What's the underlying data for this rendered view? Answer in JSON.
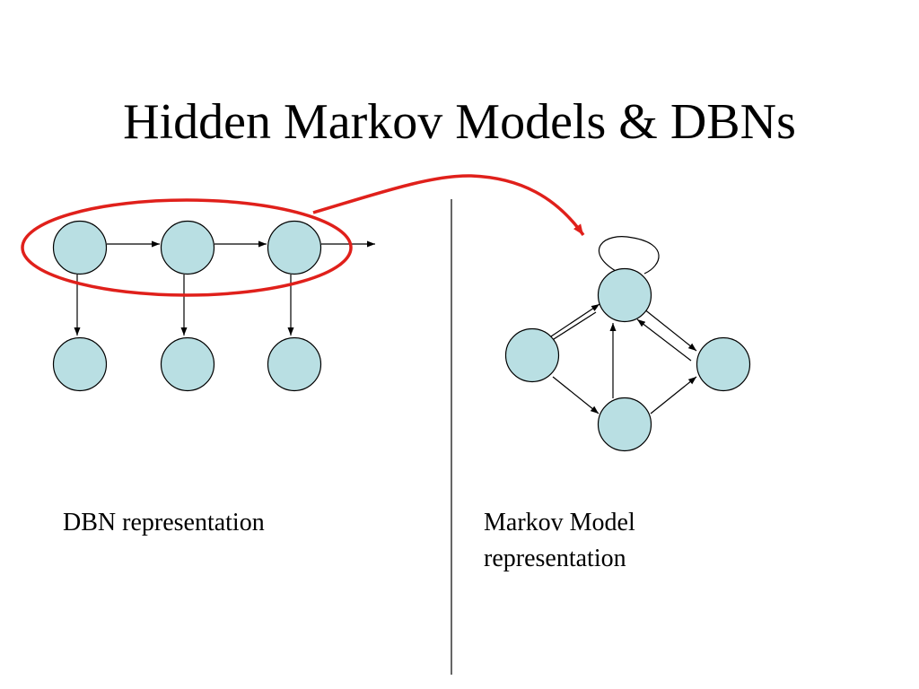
{
  "slide": {
    "title": "Hidden Markov Models & DBNs"
  },
  "captions": {
    "dbn": "DBN representation",
    "markov_line1": "Markov Model",
    "markov_line2": "representation"
  },
  "colors": {
    "node_fill": "#b9dfe3",
    "node_stroke": "#000000",
    "edge": "#000000",
    "highlight": "#e0201b",
    "divider": "#000000"
  }
}
